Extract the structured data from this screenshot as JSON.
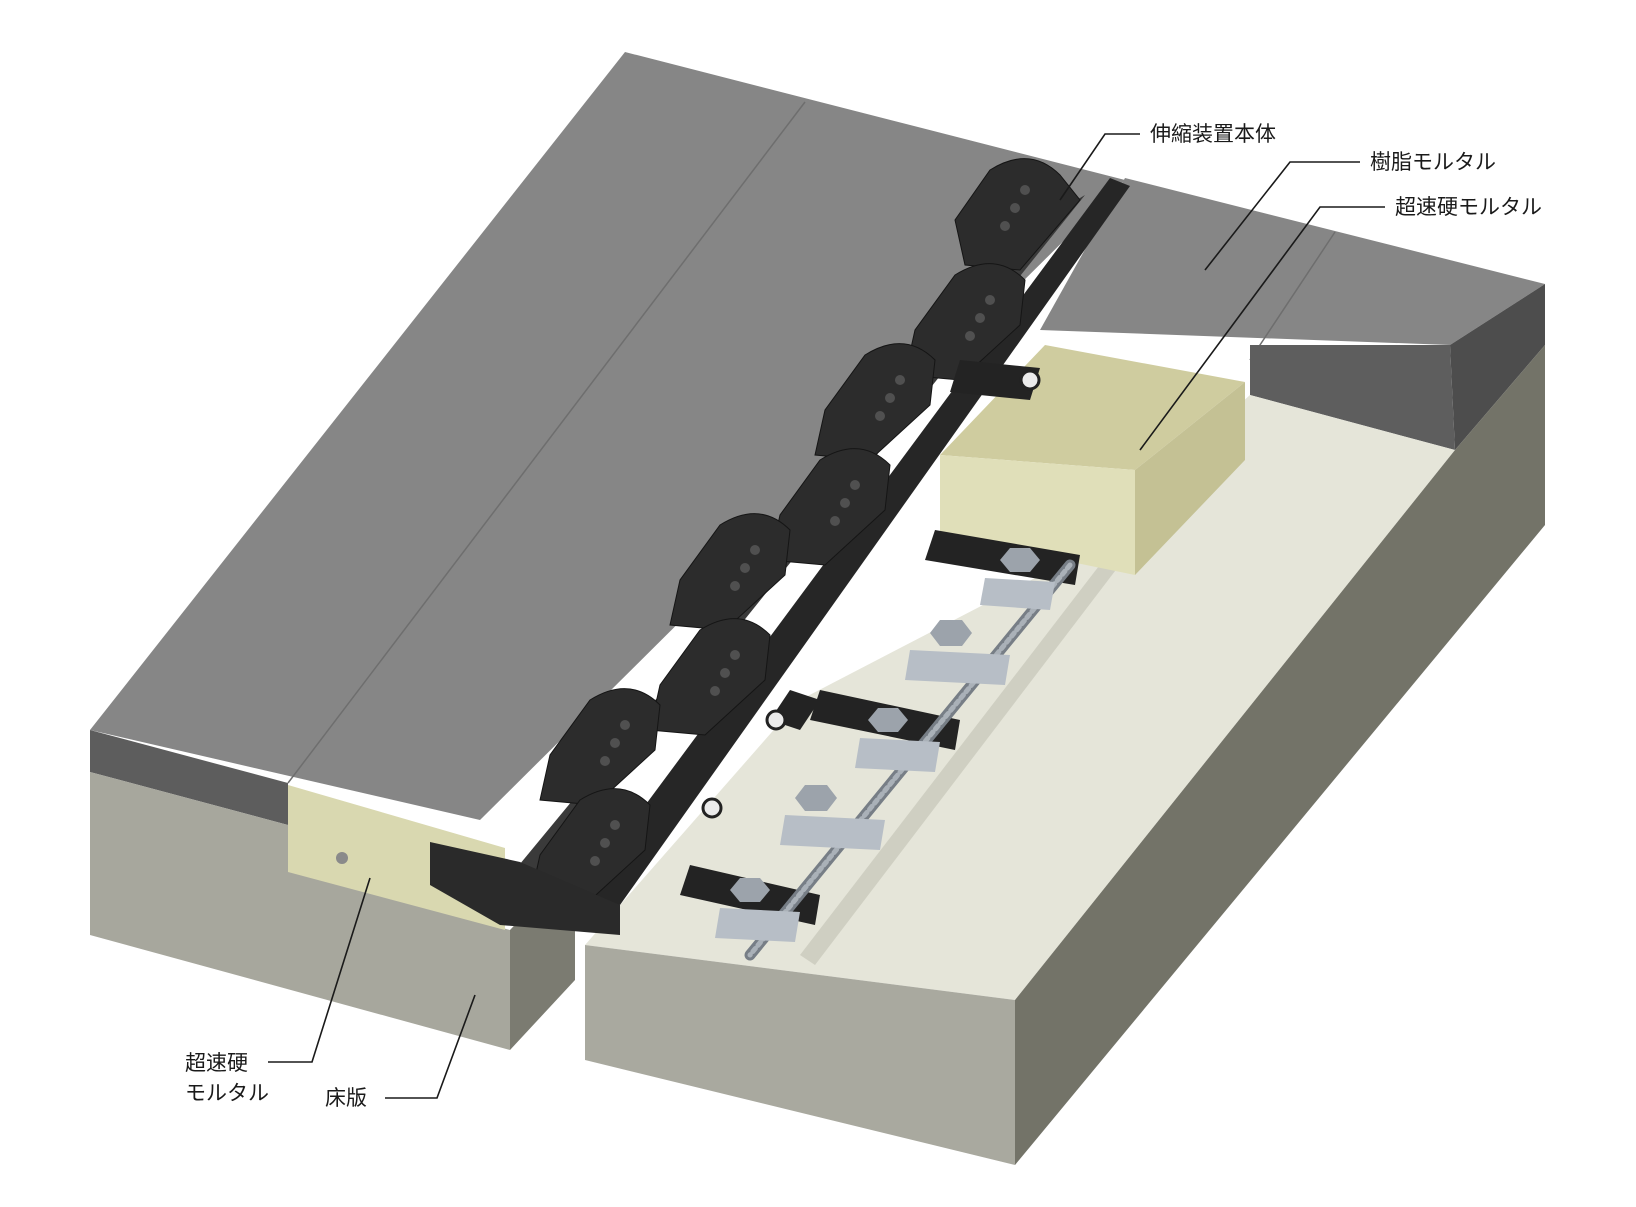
{
  "labels": {
    "expansion_device_body": "伸縮装置本体",
    "resin_mortar": "樹脂モルタル",
    "rapid_hardening_mortar_right": "超速硬モルタル",
    "rapid_hardening_mortar_left_line1": "超速硬",
    "rapid_hardening_mortar_left_line2": "モルタル",
    "floor_slab": "床版"
  },
  "colors": {
    "pavement_top": "#858585",
    "pavement_side": "#5e5e5e",
    "slab_front": "#a9a99f",
    "slab_side": "#7a7a70",
    "slab_top": "#e4e4d8",
    "mortar_yellow": "#dcdbb3",
    "steel_black": "#262626",
    "anchor_steel": "#b5bcc4"
  }
}
